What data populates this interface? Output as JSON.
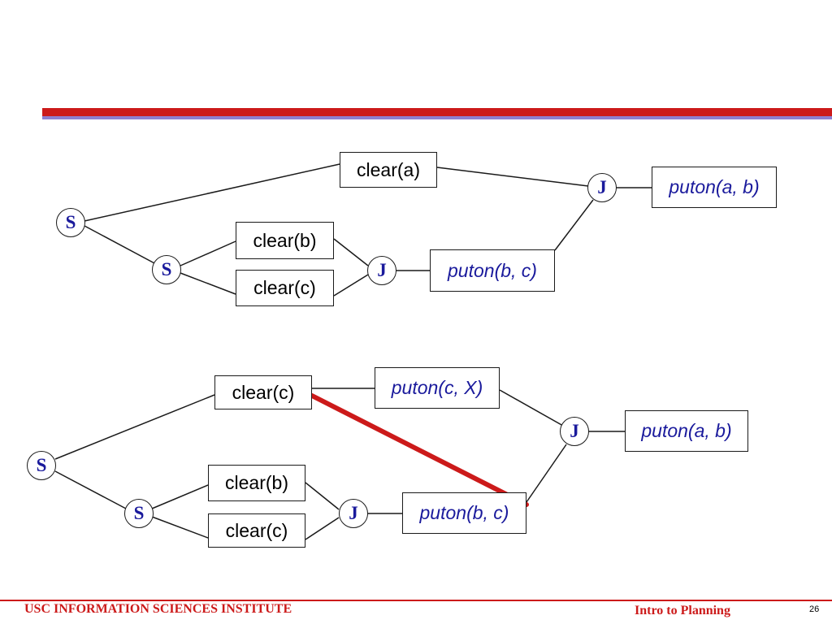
{
  "diagram_top": {
    "nodes": {
      "s1": "S",
      "s2": "S",
      "j1": "J",
      "j2": "J"
    },
    "boxes": {
      "clear_a": "clear(a)",
      "clear_b": "clear(b)",
      "clear_c": "clear(c)",
      "puton_bc": "puton(b, c)",
      "puton_ab": "puton(a, b)"
    }
  },
  "diagram_bottom": {
    "nodes": {
      "s1": "S",
      "s2": "S",
      "j1": "J",
      "j2": "J"
    },
    "boxes": {
      "clear_c_top": "clear(c)",
      "puton_cx": "puton(c, X)",
      "puton_ab": "puton(a, b)",
      "clear_b": "clear(b)",
      "clear_c": "clear(c)",
      "puton_bc": "puton(b, c)"
    },
    "threat_color": "#cc1a1a"
  },
  "footer": {
    "institute": "USC INFORMATION SCIENCES INSTITUTE",
    "course": "Intro to Planning",
    "page_number": "26"
  },
  "colors": {
    "accent_red": "#cc1a1a",
    "accent_purple": "#8e7fd0",
    "node_text": "#1a1a9c",
    "action_text": "#1a1a9c"
  }
}
